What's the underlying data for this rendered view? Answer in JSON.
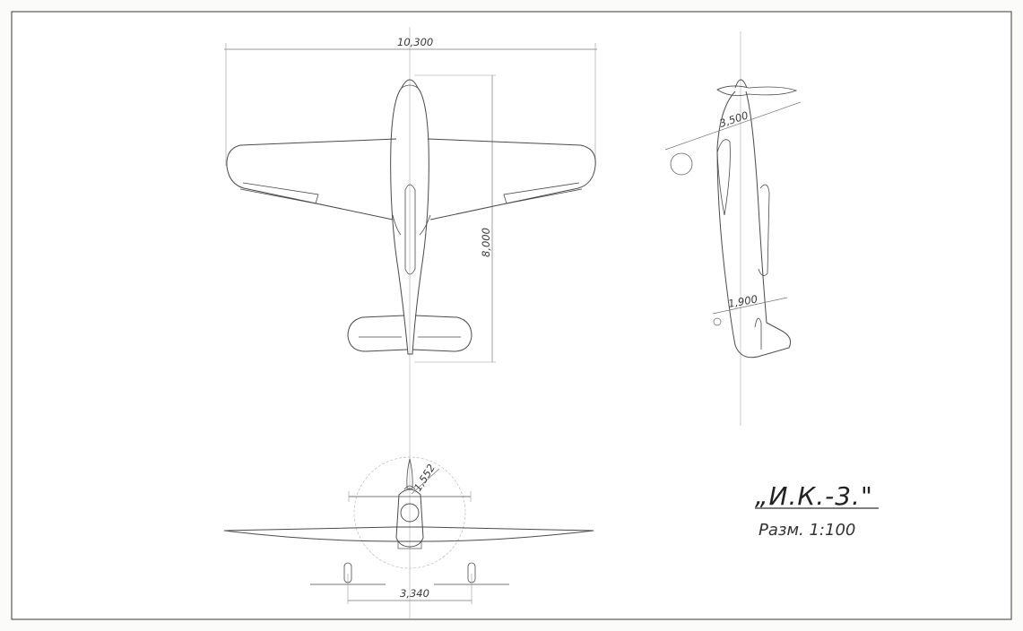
{
  "drawing": {
    "top_view": {
      "span_dim": "10,300",
      "length_dim": "8,000"
    },
    "side_view": {
      "prop_dim": "3,500",
      "tail_dim": "1,900"
    },
    "front_view": {
      "prop_dim": "1,552",
      "track_dim": "3,340"
    },
    "title": "„И.К.-3.\"",
    "scale": "Разм. 1:100"
  },
  "colors": {
    "line": "#4a4a4a",
    "thin": "#9a9a9a",
    "frame": "#5a5a5a"
  }
}
